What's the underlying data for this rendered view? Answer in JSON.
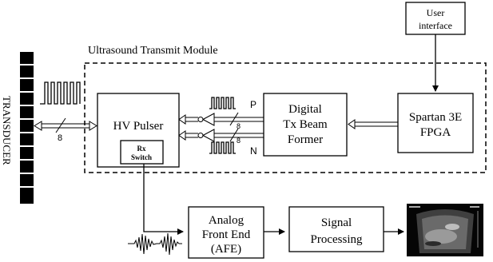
{
  "user_interface": [
    "User",
    "interface"
  ],
  "module_title": "Ultrasound Transmit Module",
  "transducer_label": "TRANSDUCER",
  "hv_pulser": "HV Pulser",
  "rx_switch": [
    "Rx",
    "Switch"
  ],
  "beam_former": [
    "Digital",
    "Tx Beam",
    "Former"
  ],
  "fpga": [
    "Spartan 3E",
    "FPGA"
  ],
  "afe": [
    "Analog",
    "Front End",
    "(AFE)"
  ],
  "signal_processing": [
    "Signal",
    "Processing"
  ],
  "bus_width_transducer": "8",
  "bus_width_p": "8",
  "bus_width_n": "8",
  "p_label": "P",
  "n_label": "N",
  "colors": {
    "line": "#000000",
    "background": "#ffffff"
  }
}
